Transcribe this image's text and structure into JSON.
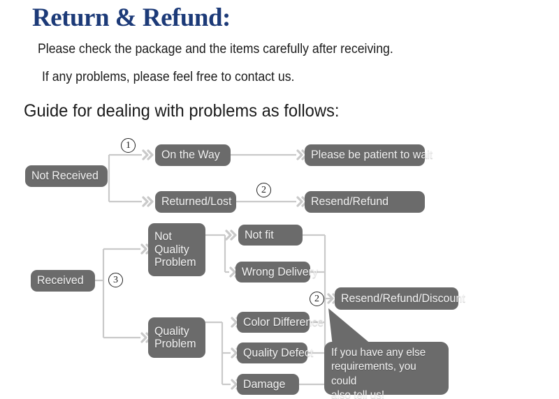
{
  "header": {
    "title": "Return & Refund:",
    "title_color": "#1c3a78",
    "intro_line_1": "Please check the package and the items carefully after receiving.",
    "intro_line_2": "If any problems, please feel free to contact us.",
    "guide_heading": "Guide for dealing with problems as follows:"
  },
  "theme": {
    "node_fill": "#6b6b6b",
    "node_text": "#f2f2f2",
    "wire_color": "#c9c9c9",
    "page_background": "#ffffff"
  },
  "flowchart": {
    "type": "decision-tree",
    "nodes": {
      "not_received": "Not Received",
      "on_the_way": "On the Way",
      "returned_lost": "Returned/Lost",
      "please_wait": "Please be patient to wait",
      "resend_refund": "Resend/Refund",
      "received": "Received",
      "not_quality_problem": "Not\nQuality\nProblem",
      "not_quality_problem_lines": [
        "Not",
        "Quality",
        "Problem"
      ],
      "not_fit": "Not fit",
      "wrong_delivery": "Wrong Delivery",
      "quality_problem_lines": [
        "Quality",
        "Problem"
      ],
      "color_difference": "Color Difference",
      "quality_defect": "Quality Defect",
      "damage": "Damage",
      "resend_refund_discount": "Resend/Refund/Discount"
    },
    "step_markers": {
      "step_1": "1",
      "step_2_top": "2",
      "step_3": "3",
      "step_2_bottom": "2"
    },
    "callout": {
      "line_1": "If you have any else",
      "line_2": "requirements, you could",
      "line_3": "also tell us!"
    }
  }
}
